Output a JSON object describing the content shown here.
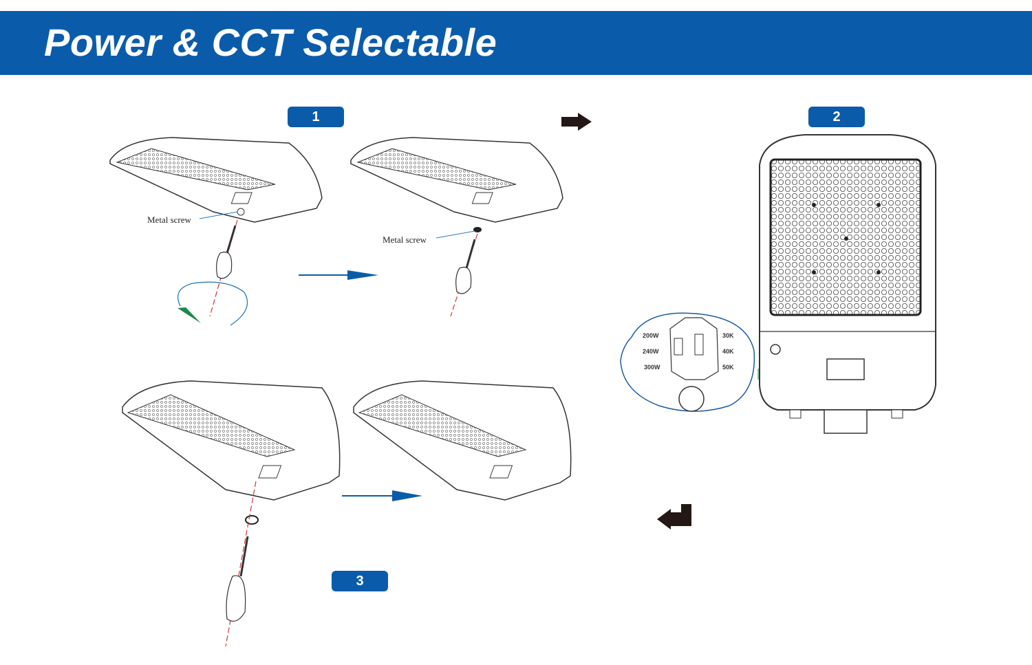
{
  "title": "Power & CCT Selectable",
  "steps": [
    {
      "number": "1"
    },
    {
      "number": "2"
    },
    {
      "number": "3"
    }
  ],
  "callouts": {
    "screw_label_a": "Metal screw",
    "screw_label_b": "Metal screw"
  },
  "power_options": [
    "200W",
    "240W",
    "300W"
  ],
  "cct_options": [
    "30K",
    "40K",
    "50K"
  ],
  "colors": {
    "brand_blue": "#0a5cab",
    "arrow_dark": "#231815",
    "line_gray": "#444444",
    "screw_red": "#d33333"
  },
  "icons": [
    "fixture-drawing",
    "screwdriver-icon",
    "rotate-arrow-icon",
    "flow-arrow-icon",
    "return-arrow-icon"
  ]
}
